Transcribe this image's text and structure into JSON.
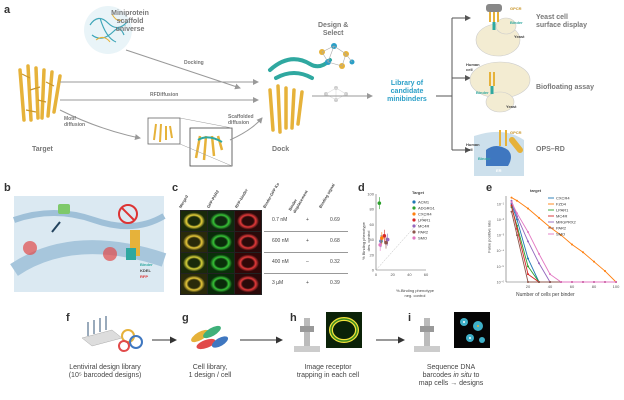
{
  "panels": {
    "a": "a",
    "b": "b",
    "c": "c",
    "d": "d",
    "e": "e",
    "f": "f",
    "g": "g",
    "h": "h",
    "i": "i"
  },
  "panel_a": {
    "scaffold_universe": "Miniprotein\nscaffold\nuniverse",
    "docking": "Docking",
    "rfdiffusion": "RFDiffusion",
    "motif_diffusion": "Motif\ndiffusion",
    "scaffolded_diffusion": "Scaffolded\ndiffusion",
    "target": "Target",
    "dock": "Dock",
    "design_select": "Design &\nSelect",
    "library": "Library of\ncandidate\nminibinders",
    "yeast_display": "Yeast cell\nsurface display",
    "biofloating": "Biofloating assay",
    "ops_rd": "OPS–RD",
    "gpcr": "GPCR",
    "binder": "Binder",
    "yeast": "Yeast",
    "human_cell": "Human\ncell",
    "er": "ER"
  },
  "panel_b": {
    "binder": "Binder",
    "kdel": "KDEL",
    "rfp": "RFP"
  },
  "panel_c": {
    "headers": [
      "Merged",
      "GFP-PAR2",
      "RFP-binder",
      "Binder-GFP Kᴅ",
      "Binder displacement",
      "Binding signal"
    ],
    "rows": [
      {
        "kd": "0.7 nM",
        "disp": "+",
        "signal": "0.69"
      },
      {
        "kd": "600 nM",
        "disp": "+",
        "signal": "0.68"
      },
      {
        "kd": "400 nM",
        "disp": "–",
        "signal": "0.32"
      },
      {
        "kd": "3 µM",
        "disp": "+",
        "signal": "0.39"
      }
    ]
  },
  "panel_d": {
    "ylabel": "% Binding phenotype\ndes. control",
    "xlabel": "%-Binding phenotype\nneg. control",
    "legend_title": "Target",
    "chart_data": {
      "type": "scatter",
      "xlim": [
        0,
        60
      ],
      "ylim": [
        0,
        100
      ],
      "xticks": [
        "0",
        "20",
        "40",
        "60"
      ],
      "yticks": [
        "0",
        "20",
        "40",
        "60",
        "80",
        "100"
      ],
      "series": [
        {
          "name": "ACM1",
          "color": "#1f77b4",
          "x": [
            6
          ],
          "y": [
            38
          ]
        },
        {
          "name": "ADGRG1",
          "color": "#2ca02c",
          "x": [
            4
          ],
          "y": [
            88
          ]
        },
        {
          "name": "CXCR4",
          "color": "#ff7f0e",
          "x": [
            7
          ],
          "y": [
            42
          ]
        },
        {
          "name": "LPAR1",
          "color": "#d62728",
          "x": [
            10
          ],
          "y": [
            45
          ]
        },
        {
          "name": "MC4R",
          "color": "#9467bd",
          "x": [
            14
          ],
          "y": [
            40
          ]
        },
        {
          "name": "PAR2",
          "color": "#8c564b",
          "x": [
            12
          ],
          "y": [
            36
          ]
        },
        {
          "name": "SMO",
          "color": "#e377c2",
          "x": [
            5
          ],
          "y": [
            33
          ]
        }
      ]
    }
  },
  "panel_e": {
    "ylabel": "False positive rate",
    "xlabel": "Number of cells per binder",
    "legend_title": "target",
    "chart_data": {
      "type": "line",
      "x": [
        5,
        10,
        20,
        30,
        40,
        50,
        60,
        70,
        80,
        90,
        100
      ],
      "xticks": [
        "20",
        "40",
        "60",
        "80",
        "100"
      ],
      "yticks": [
        "10⁻¹",
        "10⁻²",
        "10⁻³",
        "10⁻⁴",
        "10⁻⁵",
        "10⁻⁶"
      ],
      "ylog": [
        -6,
        -0.5
      ],
      "series": [
        {
          "name": "CXCR4",
          "color": "#1f77b4",
          "y": [
            -1.0,
            -2.0,
            -4.5,
            -6,
            -6,
            -6,
            -6,
            -6,
            -6,
            -6,
            -6
          ]
        },
        {
          "name": "FZD4",
          "color": "#ff7f0e",
          "y": [
            -0.6,
            -0.8,
            -1.3,
            -1.9,
            -2.5,
            -3.0,
            -3.6,
            -4.1,
            -4.7,
            -5.3,
            -6
          ]
        },
        {
          "name": "LPAR1",
          "color": "#2ca02c",
          "y": [
            -1.2,
            -2.4,
            -5.0,
            -6,
            -6,
            -6,
            -6,
            -6,
            -6,
            -6,
            -6
          ]
        },
        {
          "name": "MC4R",
          "color": "#d62728",
          "y": [
            -1.1,
            -2.6,
            -5.5,
            -6,
            -6,
            -6,
            -6,
            -6,
            -6,
            -6,
            -6
          ]
        },
        {
          "name": "MRGPRX2",
          "color": "#9467bd",
          "y": [
            -0.8,
            -1.8,
            -3.4,
            -4.8,
            -6,
            -6,
            -6,
            -6,
            -6,
            -6,
            -6
          ]
        },
        {
          "name": "PAR2",
          "color": "#8c564b",
          "y": [
            -1.5,
            -3.0,
            -6,
            -6,
            -6,
            -6,
            -6,
            -6,
            -6,
            -6,
            -6
          ]
        },
        {
          "name": "SMO",
          "color": "#e377c2",
          "y": [
            -0.9,
            -1.6,
            -2.8,
            -4.2,
            -5.5,
            -6,
            -6,
            -6,
            -6,
            -6,
            -6
          ]
        }
      ]
    }
  },
  "bottom": {
    "f": "Lentiviral design library\n(10⁵ barcoded designs)",
    "g": "Cell library,\n1 design / cell",
    "h": "Image receptor\ntrapping in each cell",
    "i_pre": "Sequence DNA\nbarcodes ",
    "i_em": "in situ",
    "i_post": " to\nmap cells → designs"
  },
  "colors": {
    "accent": "#2a9fc7",
    "protein": "#e6b23a",
    "binder": "#2fa8a0",
    "yeast": "#f3ecd2",
    "cell": "#cde0ec"
  }
}
